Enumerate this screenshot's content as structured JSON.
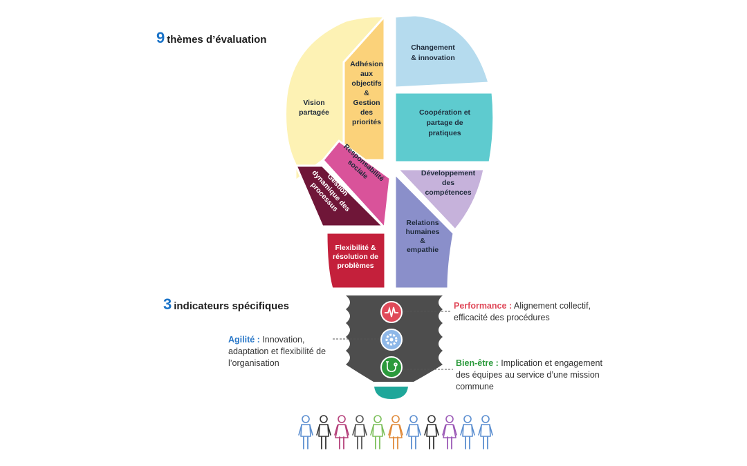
{
  "headings": {
    "themes": {
      "number": "9",
      "label": "thèmes d’évaluation"
    },
    "indicators": {
      "number": "3",
      "label": "indicateurs spécifiques"
    }
  },
  "segments": {
    "vision": {
      "lines": [
        "Vision",
        "partagée"
      ],
      "color": "#fdf2b4"
    },
    "adhesion": {
      "lines": [
        "Adhésion",
        "aux",
        "objectifs",
        "&",
        "Gestion",
        "des",
        "priorités"
      ],
      "color": "#fbd27a"
    },
    "changement": {
      "lines": [
        "Changement",
        "& innovation"
      ],
      "color": "#b5dbee"
    },
    "cooperation": {
      "lines": [
        "Coopération et",
        "partage de",
        "pratiques"
      ],
      "color": "#5ecbcf"
    },
    "responsabilite": {
      "lines": [
        "Responsabilité",
        "sociale"
      ],
      "color": "#d9539a"
    },
    "gestion_dynamique": {
      "lines": [
        "Gestion",
        "dynamique des",
        "processus"
      ],
      "color": "#6f1638"
    },
    "developpement": {
      "lines": [
        "Développement",
        "des",
        "compétences"
      ],
      "color": "#c6b2db"
    },
    "relations": {
      "lines": [
        "Relations",
        "humaines",
        "&",
        "empathie"
      ],
      "color": "#8a8fca"
    },
    "flexibilite": {
      "lines": [
        "Flexibilité &",
        "résolution de",
        "problèmes"
      ],
      "color": "#c4203b"
    }
  },
  "indicators": {
    "performance": {
      "name": "Performance",
      "sep": " :",
      "desc_first": " Alignement collectif,",
      "desc_second": "efficacité des procédures",
      "color": "#e04a5a",
      "icon": "heartbeat-icon"
    },
    "agilite": {
      "name": "Agilité",
      "sep": " :",
      "desc_first": "  Innovation,",
      "desc_second": "adaptation et flexibilité de",
      "desc_third": "l’organisation",
      "color": "#2a78c8",
      "icon": "gear-icon"
    },
    "bien_etre": {
      "name": "Bien-être",
      "sep": " :",
      "desc_first": " Implication et engagement",
      "desc_second": "des équipes au service d’une mission",
      "desc_third": "commune",
      "color": "#2c9a3c",
      "icon": "stethoscope-icon"
    }
  },
  "bulb": {
    "base_color": "#4d4d4d",
    "tip_color": "#1fa79a"
  },
  "people": {
    "icon": "person-icon",
    "colors": [
      "#5b8ed0",
      "#333333",
      "#b5407a",
      "#555555",
      "#7cbf5a",
      "#e08a3a",
      "#5b8ed0",
      "#333333",
      "#9b59b6",
      "#5b8ed0",
      "#5b8ed0"
    ]
  }
}
